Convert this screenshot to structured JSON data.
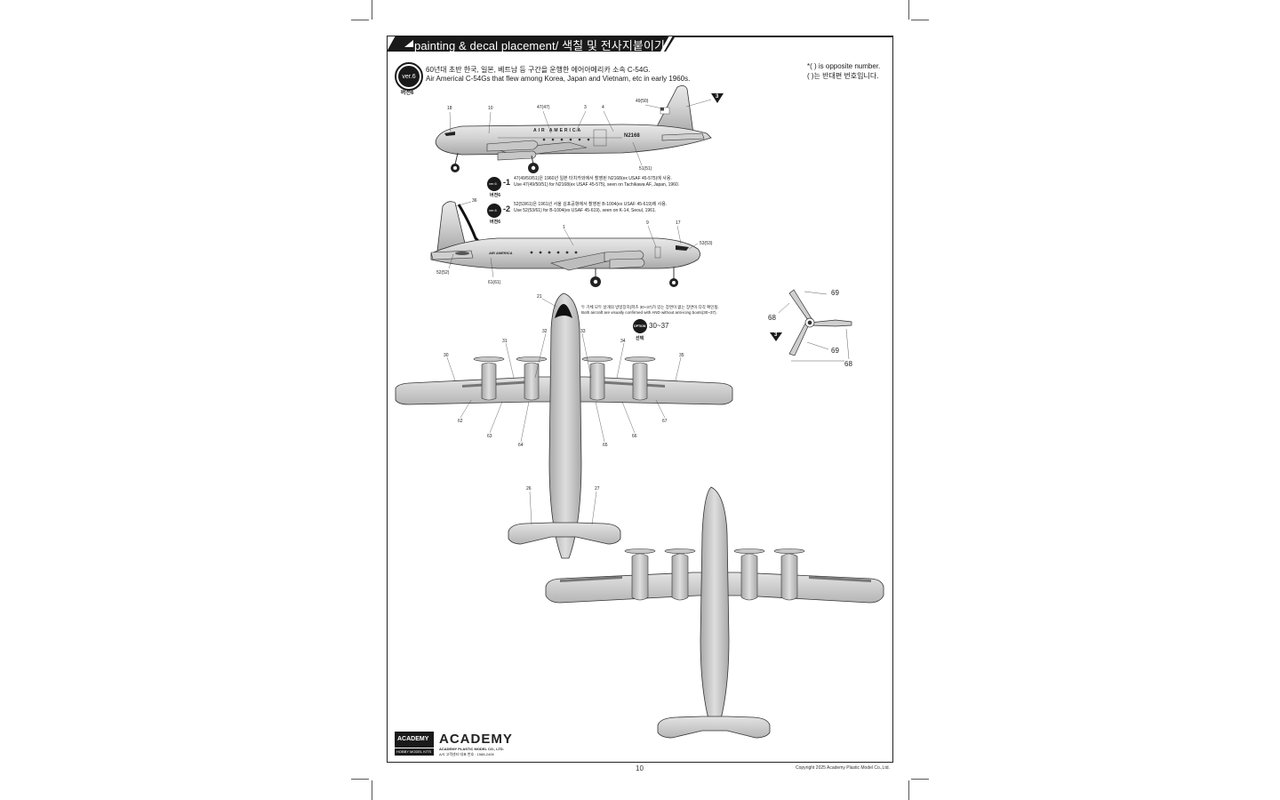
{
  "header": {
    "title": "painting & decal placement/ 색칠 및 전사지붙이기",
    "colors": {
      "band": "#1a1a1a",
      "text": "#ffffff"
    }
  },
  "version": {
    "badge": "ver.6",
    "label_kr": "버전6",
    "desc_kr": "60년대 초반 한국, 일본, 베트남 등 구간을 운행한 에어아메리카 소속 C-54G.",
    "desc_en": "Air Americal C-54Gs that flew among Korea, Japan and Vietnam, etc in early 1960s."
  },
  "legend": {
    "line1": "*(     ) is opposite number.",
    "line2": "(     )는 반대편 번호입니다."
  },
  "sub_versions": [
    {
      "badge": "ver.6",
      "num": "-1",
      "label": "버전6",
      "kr": "47(49/50/51)은 1960년 일본 타치카와에서 촬영된 N2168(ex USAF 45-575)에 사용.",
      "en": "Use 47(49/50/51) for N2168(ex USAF 45-575), seen on Tachikawa AF, Japan, 1960."
    },
    {
      "badge": "ver.6",
      "num": "-2",
      "label": "버전6",
      "kr": "52(53/61)은 1961년 서울 김포공항에서 촬영된 B-1004(ex USAF 45-619)에 사용.",
      "en": "Use 52(53/61) for B-1004(ex USAF 45-619), seen on K-14, Seoul, 1961."
    }
  ],
  "top_view_note": {
    "kr": "두 기체 모두 날개의 방빙장치(파츠 30~37)가 있는 장면이 없는 장면이 다각 확인됨.",
    "en": "Both aircraft are visually confirmed with AND without anti-icing boots(30~37)."
  },
  "option": {
    "badge": "OPTION",
    "label": "선택",
    "range": "30~37"
  },
  "callouts": {
    "side1": [
      "18",
      "10",
      "47(47)",
      "3",
      "4",
      "49(50)",
      "51(51)"
    ],
    "side1_reg": "N2168",
    "side1_titles": "AIR AMERICA",
    "side1_step": "3",
    "side2": [
      "36",
      "1",
      "9",
      "17",
      "53(53)",
      "52(52)",
      "61(61)"
    ],
    "side2_titles": "AIR AMERICA",
    "top": [
      "21",
      "32",
      "33",
      "31",
      "34",
      "30",
      "35",
      "62",
      "63",
      "64",
      "65",
      "66",
      "67",
      "26",
      "27"
    ],
    "prop": [
      "69",
      "68",
      "69",
      "68"
    ],
    "prop_step": "3"
  },
  "footer": {
    "page_number": "10",
    "copyright": "Copyright 2025 Academy Plastic Model Co.,Ltd.",
    "brand_box": "ACADEMY",
    "brand_box_sub": "HOBBY MODEL KITS",
    "brand_logo": "ACADEMY",
    "brand_company": "ACADEMY PLASTIC MODEL CO., LTD.",
    "brand_contact": "A/S 고객센터 대표 번호 : 1588-2406"
  }
}
